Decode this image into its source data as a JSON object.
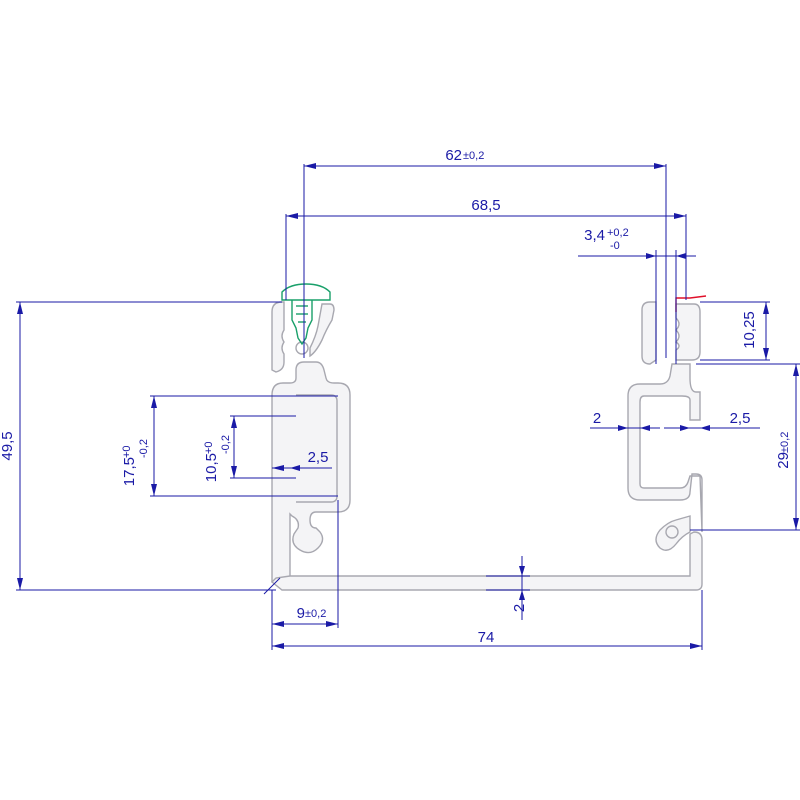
{
  "dimensions": {
    "width_outer": "74",
    "height_total": "49,5",
    "rail_inner_width_main": "62",
    "rail_inner_width_tol": "±0,2",
    "rail_outer_width": "68,5",
    "slot_width_main": "3,4",
    "slot_width_tol_upper": "+0,2",
    "slot_width_tol_lower": "-0",
    "side_height_right": "10,25",
    "side_channel_right_main": "29",
    "side_channel_right_tol": "±0,2",
    "left_channel_outer_main": "17,5",
    "left_channel_outer_tol_upper": "+0",
    "left_channel_outer_tol_lower": "-0,2",
    "left_channel_inner_main": "10,5",
    "left_channel_inner_tol_upper": "+0",
    "left_channel_inner_tol_lower": "-0,2",
    "wall_thickness_left": "2,5",
    "wall_thickness_right_a": "2",
    "wall_thickness_right_b": "2,5",
    "base_thickness": "2",
    "bottom_left_main": "9",
    "bottom_left_tol": "±0,2"
  },
  "colors": {
    "dimension": "#1a1aa6",
    "profile": "#a8a8b0",
    "screw": "#19a06a",
    "marker": "#e0102a"
  }
}
